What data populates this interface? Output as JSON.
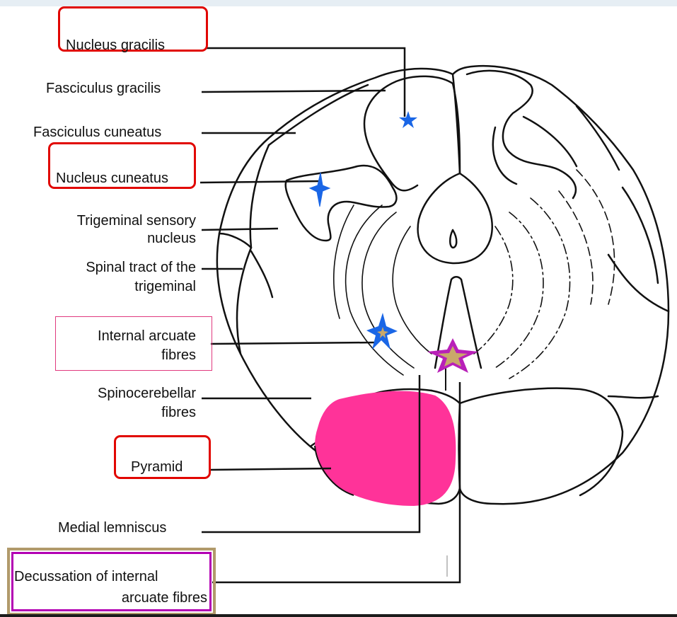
{
  "labels": {
    "nucleus_gracilis": "Nucleus gracilis",
    "fasciculus_gracilis": "Fasciculus gracilis",
    "fasciculus_cuneatus": "Fasciculus cuneatus",
    "nucleus_cuneatus": "Nucleus cuneatus",
    "trigeminal_sensory_1": "Trigeminal sensory",
    "trigeminal_sensory_2": "nucleus",
    "spinal_tract_1": "Spinal tract of the",
    "spinal_tract_2": "trigeminal",
    "internal_arcuate_1": "Internal arcuate",
    "internal_arcuate_2": "fibres",
    "spinocerebellar_1": "Spinocerebellar",
    "spinocerebellar_2": "fibres",
    "pyramid": "Pyramid",
    "medial_lemniscus": "Medial lemniscus",
    "decussation_1": "Decussation of internal",
    "decussation_2": "arcuate fibres"
  },
  "colors": {
    "pyramid_fill": "#ff3399",
    "star_blue": "#1a66e6",
    "star_gold": "#c9a86a",
    "star_purple": "#b820b8",
    "highlight_red": "#e10600",
    "highlight_magenta": "#b300b3"
  }
}
